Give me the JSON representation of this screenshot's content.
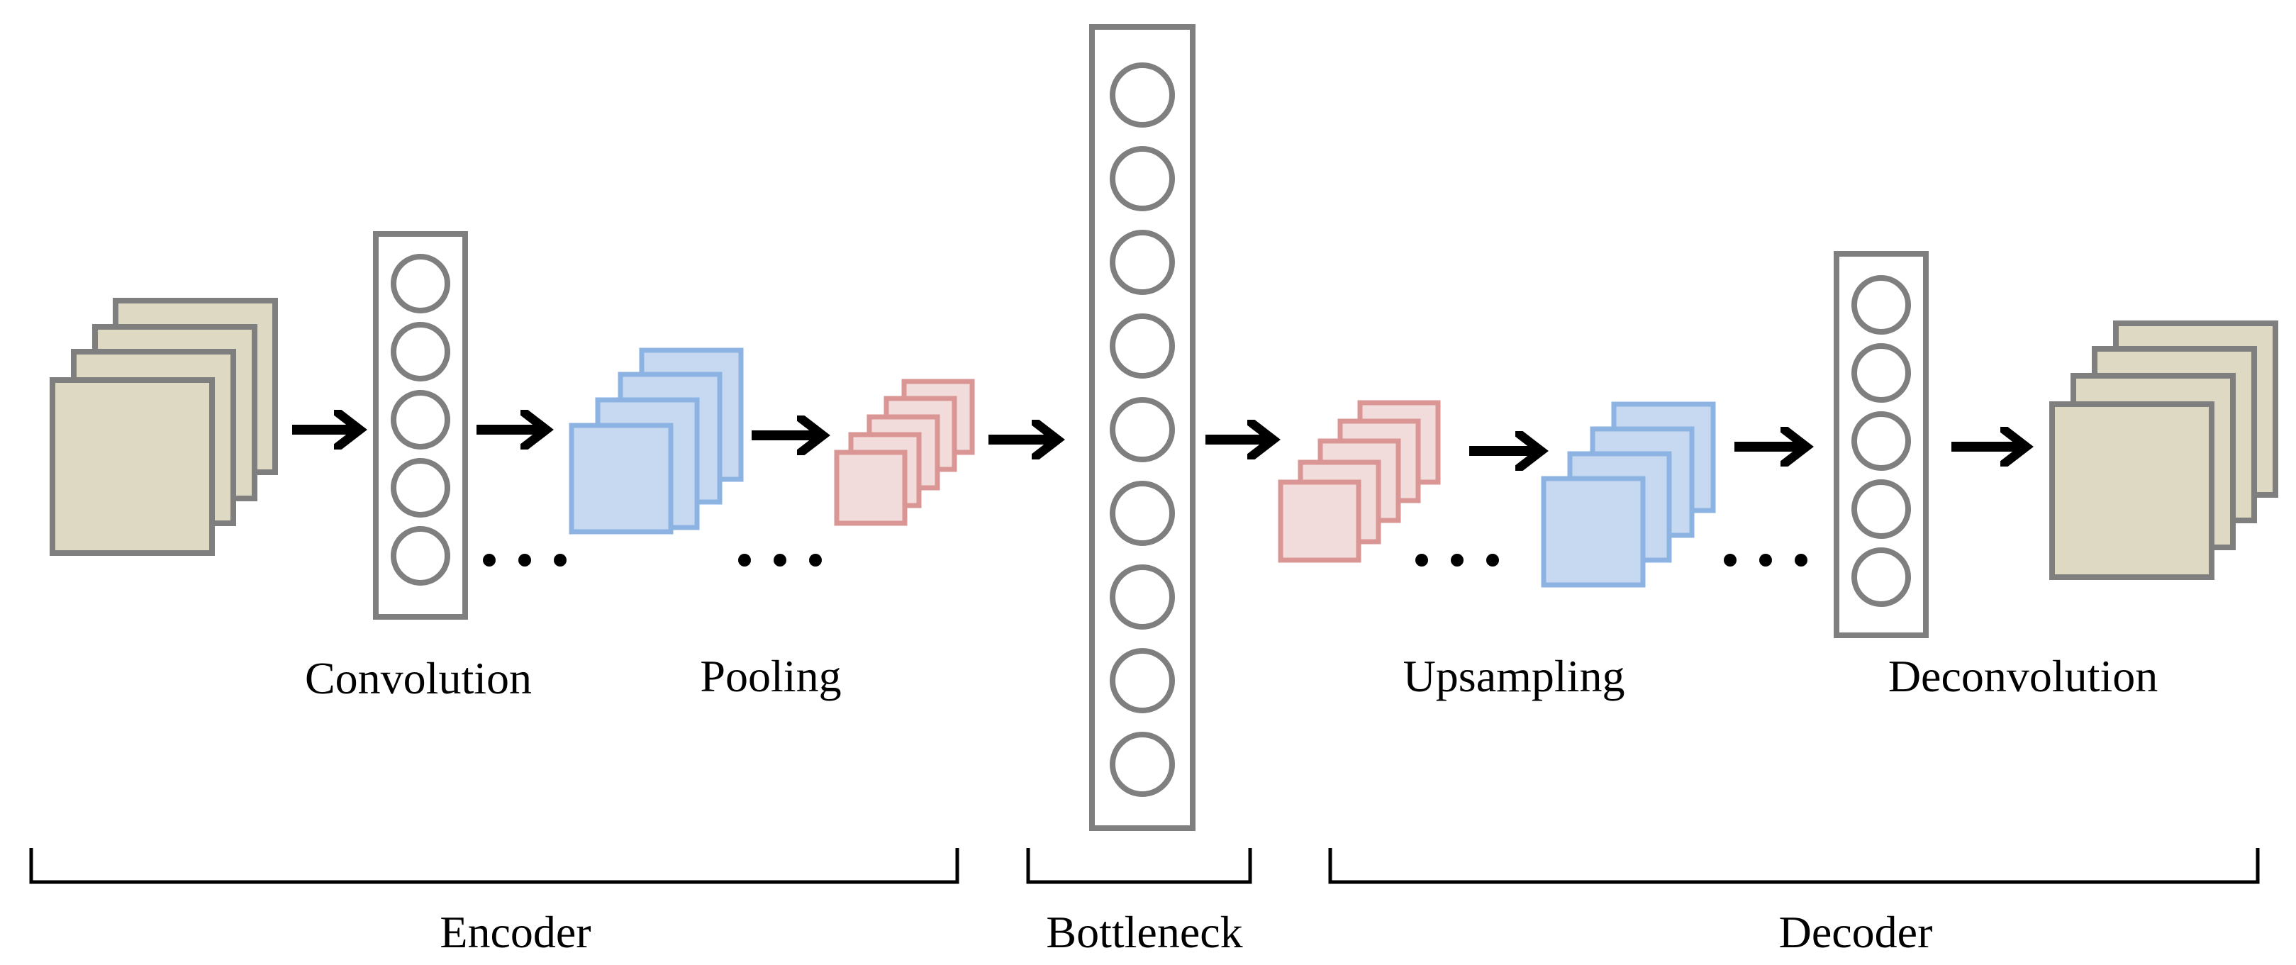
{
  "labels": {
    "convolution": "Convolution",
    "pooling": "Pooling",
    "upsampling": "Upsampling",
    "deconvolution": "Deconvolution",
    "encoder": "Encoder",
    "bottleneck": "Bottleneck",
    "decoder": "Decoder"
  },
  "colors": {
    "feature_map_fill": "#ddd9c3",
    "feature_map_stroke": "#7f7f7f",
    "conv_map_fill": "#c6d9f1",
    "conv_map_stroke": "#8db3e2",
    "pool_map_fill": "#f2dcdb",
    "pool_map_stroke": "#d99694",
    "layer_stroke": "#7f7f7f",
    "arrow": "#000000"
  },
  "ellipsis": "• • •"
}
